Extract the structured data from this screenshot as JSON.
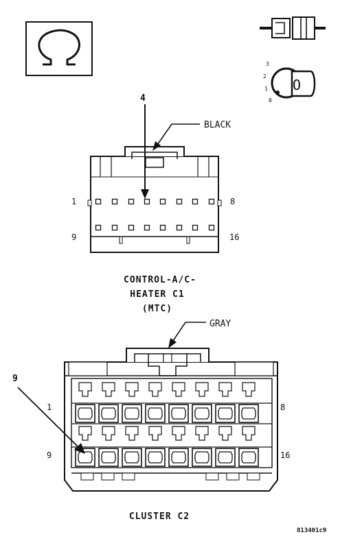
{
  "connector_c1": {
    "color_label": "BLACK",
    "callout": "4",
    "title_line1": "CONTROL-A/C-",
    "title_line2": "HEATER C1",
    "title_line3": "(MTC)",
    "pin_first_top": "1",
    "pin_last_top": "8",
    "pin_first_bottom": "9",
    "pin_last_bottom": "16"
  },
  "connector_c2": {
    "color_label": "GRAY",
    "callout": "9",
    "title": "CLUSTER C2",
    "pin_first_top": "1",
    "pin_last_top": "8",
    "pin_first_bottom": "9",
    "pin_last_bottom": "16"
  },
  "ignition_key_positions": [
    "3",
    "2",
    "1",
    "0"
  ],
  "ignition_key_letter": "O",
  "figure_reference": "813401c9",
  "icons": [
    "omega-symbol-icon",
    "connector-plug-icon",
    "ignition-key-icon"
  ]
}
